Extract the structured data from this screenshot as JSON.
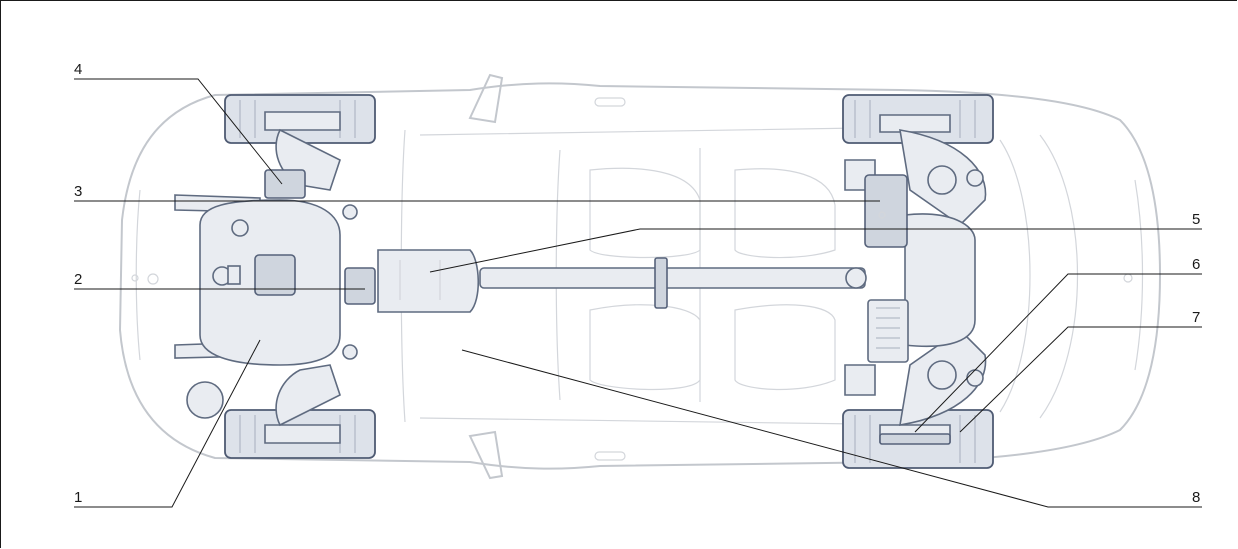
{
  "callouts": [
    {
      "id": "1",
      "label": "1"
    },
    {
      "id": "2",
      "label": "2"
    },
    {
      "id": "3",
      "label": "3"
    },
    {
      "id": "4",
      "label": "4"
    },
    {
      "id": "5",
      "label": "5"
    },
    {
      "id": "6",
      "label": "6"
    },
    {
      "id": "7",
      "label": "7"
    },
    {
      "id": "8",
      "label": "8"
    }
  ],
  "colors": {
    "frame": "#1a1a1a",
    "car_body": "#c3c7cd",
    "mechanical_fill": "#e9ecf1",
    "mechanical_stroke": "#5f6b80",
    "leader_line": "#1a1a1a"
  }
}
